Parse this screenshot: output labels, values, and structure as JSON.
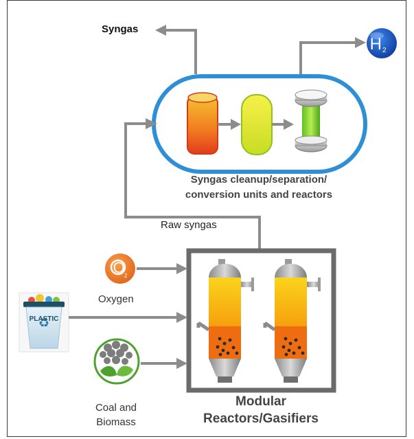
{
  "labels": {
    "syngas_output": "Syngas",
    "cleanup_units": [
      "Syngas cleanup/separation/",
      "conversion units and reactors"
    ],
    "raw_syngas": "Raw syngas",
    "oxygen": "Oxygen",
    "coal_biomass": [
      "Coal and",
      "Biomass"
    ],
    "reactors": [
      "Modular",
      "Reactors/Gasifiers"
    ],
    "plastic_bin": "PLASTIC",
    "hydrogen_symbol": "H",
    "hydrogen_subscript": "2",
    "oxygen_symbol": "O",
    "oxygen_subscript": "2"
  },
  "icons": {
    "hydrogen": "hydrogen-molecule-icon",
    "oxygen": "oxygen-molecule-icon",
    "plastic": "plastic-recycling-bin-icon",
    "coal_biomass": "coal-biomass-icon",
    "recycle": "recycle-symbol-icon"
  },
  "colors": {
    "arrow": "#8c8c8c",
    "capsule_border": "#2f8fd6",
    "hydrogen_blue": "#1a54c4",
    "oxygen_orange": "#f07a1e",
    "biomass_green": "#4fa12e",
    "reactor_orange": "#f5a20b",
    "reactor_box": "#6b6b6b"
  }
}
